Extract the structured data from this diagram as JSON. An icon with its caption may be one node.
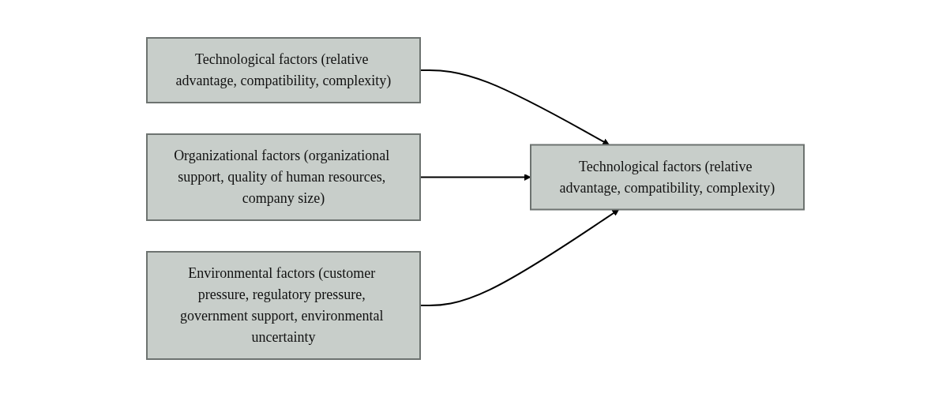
{
  "diagram": {
    "nodes": [
      {
        "text": [
          "Technological factors (relative advantage, compatibility, complexity)"
        ]
      },
      {
        "text": [
          "Organizational factors (organizational support, quality of human resources, company size)"
        ]
      },
      {
        "text": [
          "Environmental factors (customer pressure, regulatory pressure, government support, environmental uncertainty"
        ]
      },
      {
        "text": [
          "Technological factors (relative advantage, compatibility, complexity)"
        ]
      }
    ],
    "edges": [
      {
        "from": 0,
        "to": 3,
        "arrow": "to"
      },
      {
        "from": 1,
        "to": 3,
        "arrow": "to"
      },
      {
        "from": 2,
        "to": 3,
        "arrow": "to"
      }
    ]
  }
}
